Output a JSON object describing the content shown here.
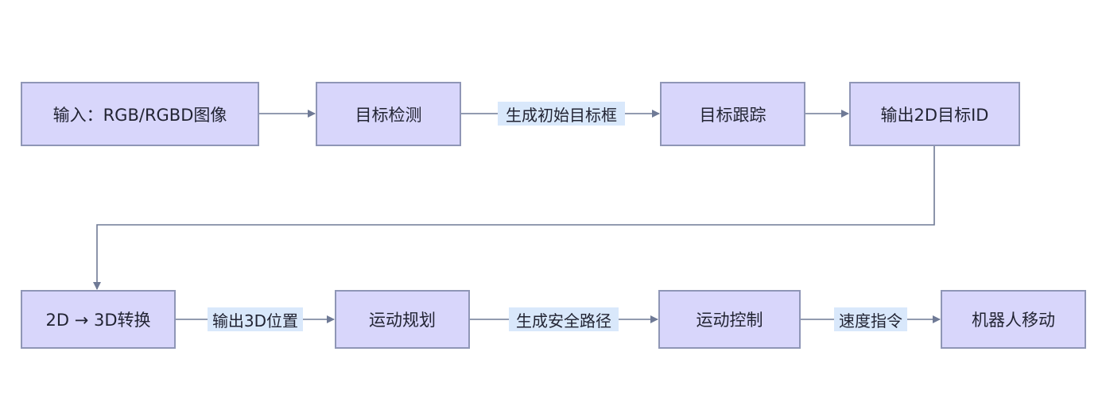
{
  "diagram": {
    "nodes": {
      "input": "输入：RGB/RGBD图像",
      "detect": "目标检测",
      "track": "目标跟踪",
      "output_id": "输出2D目标ID",
      "convert": "2D → 3D转换",
      "plan": "运动规划",
      "control": "运动控制",
      "robot": "机器人移动"
    },
    "edge_labels": {
      "detect_to_track": "生成初始目标框",
      "convert_to_plan": "输出3D位置",
      "plan_to_control": "生成安全路径",
      "control_to_robot": "速度指令"
    }
  },
  "colors": {
    "node_fill": "#d8d6fb",
    "node_border": "#8f96b6",
    "label_fill": "#d9e8fb",
    "edge": "#6f7a96",
    "text": "#222433"
  }
}
